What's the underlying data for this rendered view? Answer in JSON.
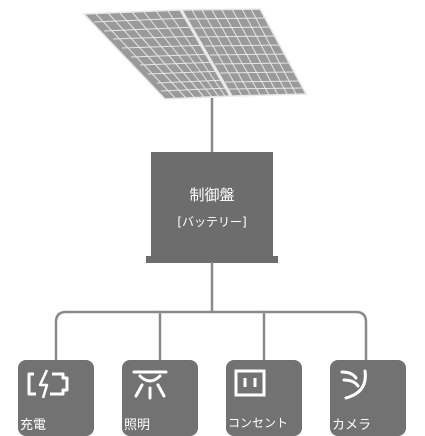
{
  "control_panel": {
    "title": "制御盤",
    "subtitle": "[バッテリー]"
  },
  "devices": [
    {
      "label": "充電",
      "icon": "battery-charging-icon"
    },
    {
      "label": "照明",
      "icon": "ceiling-light-icon"
    },
    {
      "label": "コンセント",
      "icon": "power-outlet-icon"
    },
    {
      "label": "カメラ",
      "icon": "camera-signal-icon"
    }
  ],
  "colors": {
    "panel_fill": "#6d6d6d",
    "tile_fill": "#727272",
    "line": "#8a8a8a",
    "solar_cell": "#9a9a9a",
    "solar_frame": "#e6e6e6",
    "text": "#ffffff"
  }
}
